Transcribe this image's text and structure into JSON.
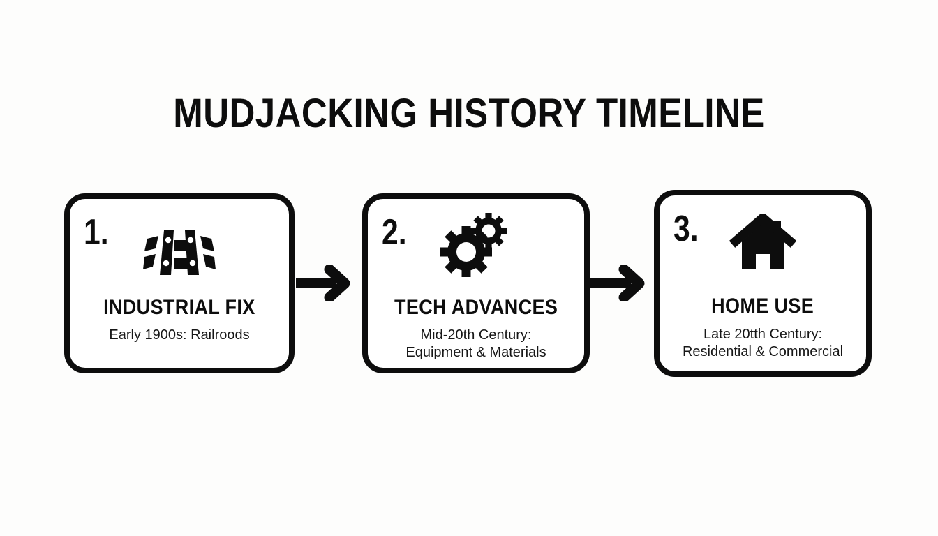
{
  "page": {
    "title": "MUDJACKING HISTORY TIMELINE",
    "background_color": "#fdfdfc",
    "ink_color": "#0d0d0d"
  },
  "timeline": {
    "steps": [
      {
        "number": "1.",
        "icon": "railroad-track-icon",
        "heading": "INDUSTRIAL FIX",
        "subtitle_lines": [
          "Early 1900s: Railroods"
        ]
      },
      {
        "number": "2.",
        "icon": "gears-icon",
        "heading": "TECH ADVANCES",
        "subtitle_lines": [
          "Mid-20th Century:",
          "Equipment & Materials"
        ]
      },
      {
        "number": "3.",
        "icon": "house-icon",
        "heading": "HOME USE",
        "subtitle_lines": [
          "Late 20tth Century:",
          "Residential & Commercial"
        ]
      }
    ],
    "connectors": [
      "arrow-right-icon",
      "arrow-right-icon"
    ]
  }
}
